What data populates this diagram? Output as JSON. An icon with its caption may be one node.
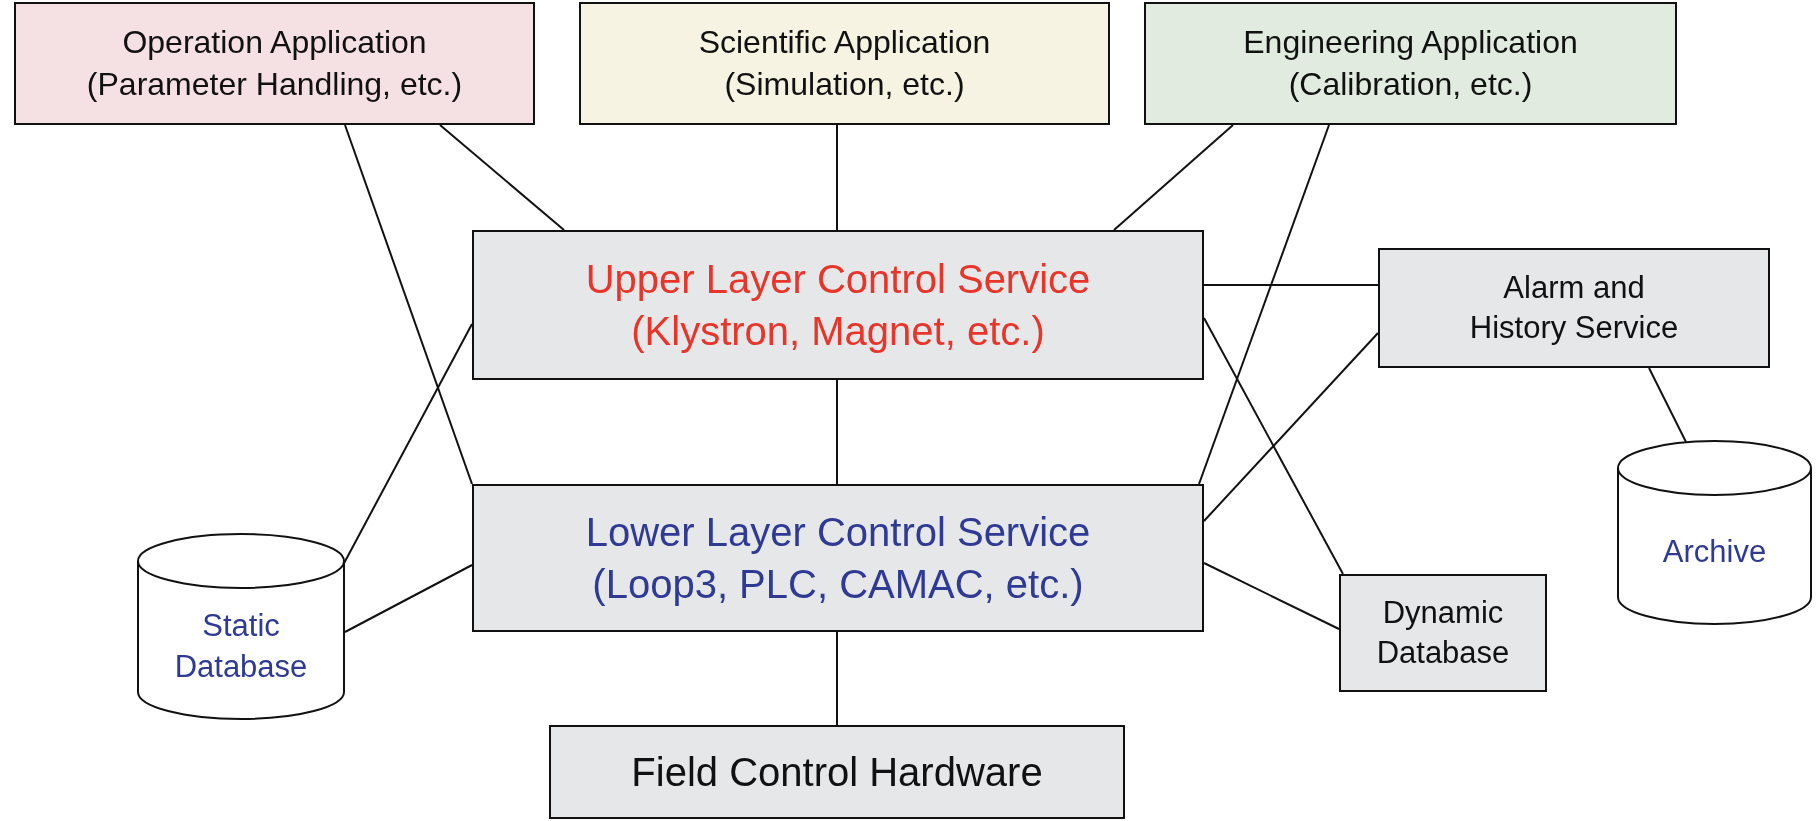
{
  "diagram": {
    "nodes": [
      {
        "text": [
          "Operation Application (Parameter Handling, etc.)"
        ]
      },
      {
        "text": [
          "Scientific Application (Simulation, etc.)"
        ]
      },
      {
        "text": [
          "Engineering Application (Calibration, etc.)"
        ]
      },
      {
        "text": [
          "Upper Layer Control Service (Klystron, Magnet, etc.)"
        ]
      },
      {
        "text": [
          "Alarm and History Service"
        ]
      },
      {
        "text": [
          "Lower Layer Control Service (Loop3, PLC, CAMAC, etc.)"
        ]
      },
      {
        "text": [
          "Static Database"
        ]
      },
      {
        "text": [
          "Dynamic Database"
        ]
      },
      {
        "text": [
          "Archive"
        ]
      },
      {
        "text": [
          "Field Control Hardware"
        ]
      }
    ],
    "edges": [
      {
        "from": 0,
        "to": 3,
        "arrow": "none"
      },
      {
        "from": 0,
        "to": 5,
        "arrow": "none"
      },
      {
        "from": 1,
        "to": 3,
        "arrow": "none"
      },
      {
        "from": 2,
        "to": 3,
        "arrow": "none"
      },
      {
        "from": 2,
        "to": 5,
        "arrow": "none"
      },
      {
        "from": 3,
        "to": 4,
        "arrow": "none"
      },
      {
        "from": 3,
        "to": 5,
        "arrow": "none"
      },
      {
        "from": 3,
        "to": 6,
        "arrow": "none"
      },
      {
        "from": 3,
        "to": 7,
        "arrow": "none"
      },
      {
        "from": 5,
        "to": 4,
        "arrow": "none"
      },
      {
        "from": 5,
        "to": 6,
        "arrow": "none"
      },
      {
        "from": 5,
        "to": 7,
        "arrow": "none"
      },
      {
        "from": 5,
        "to": 9,
        "arrow": "none"
      },
      {
        "from": 4,
        "to": 8,
        "arrow": "none"
      }
    ]
  }
}
